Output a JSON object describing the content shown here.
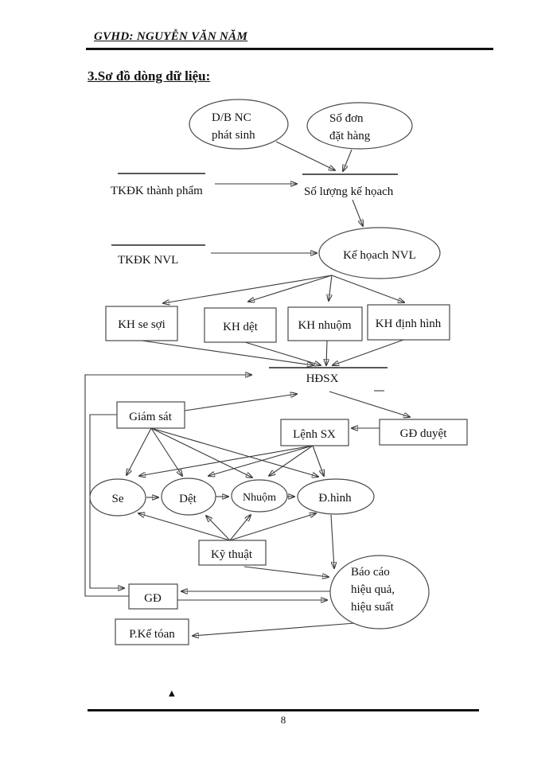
{
  "page": {
    "header": "GVHD: NGUYỄN VĂN NĂM",
    "title": "3.Sơ đồ dòng dữ liệu:",
    "page_number": "8",
    "marker_glyph": "▲"
  },
  "diagram": {
    "entities": {
      "db_nc": {
        "line1": "D/B NC",
        "line2": "phát sinh"
      },
      "so_don": {
        "line1": "Số đơn",
        "line2": "đặt hàng"
      },
      "ke_hoach_nvl": "Kế họach NVL",
      "se": "Se",
      "det": "Dệt",
      "nhuom": "Nhuộm",
      "d_hinh": "Đ.hình",
      "bao_cao": {
        "line1": "Báo cáo",
        "line2": "hiệu quả,",
        "line3": "hiệu suất"
      }
    },
    "stores": {
      "tkdk_thanh_pham": "TKĐK thành phẩm",
      "so_luong_ke_hoach": "Số lượng kế họach",
      "tkdk_nvl": "TKĐK NVL",
      "hdsx": "HĐSX"
    },
    "boxes": {
      "kh_se_soi": "KH se sợi",
      "kh_det": "KH dệt",
      "kh_nhuom": "KH nhuộm",
      "kh_dinh_hinh": "KH định hình",
      "giam_sat": "Giám sát",
      "lenh_sx": "Lệnh SX",
      "gd_duyet": "GĐ duyệt",
      "ky_thuat": "Kỹ thuật",
      "gd": "GĐ",
      "p_ke_toan": "P.Kế tóan"
    }
  }
}
